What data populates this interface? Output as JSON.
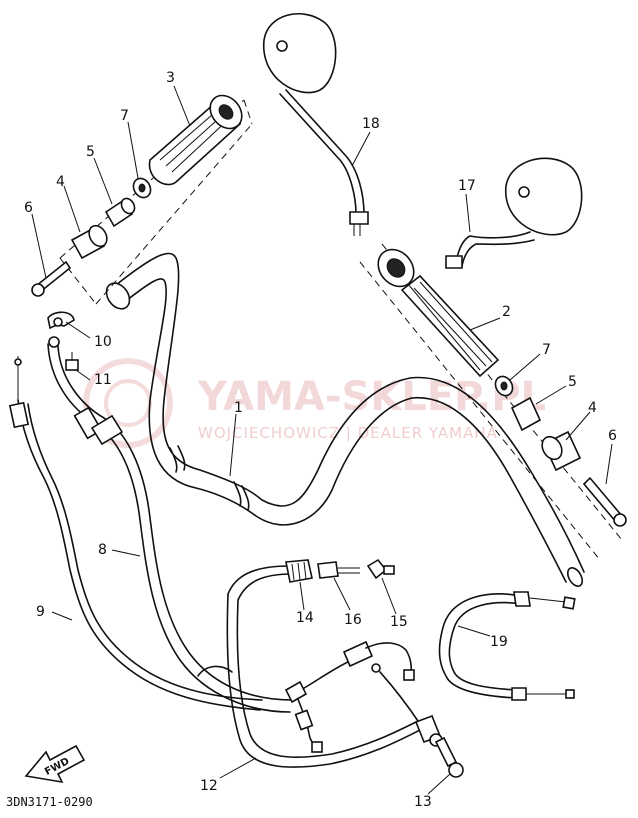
{
  "diagram_code": "3DN3171-0290",
  "direction_badge": "FWD",
  "watermark": {
    "title": "YAMA-SKLEP.PL",
    "subtitle": "WOJCIECHOWICZ | DEALER YAMAHA"
  },
  "callouts": {
    "c1": "1",
    "c2": "2",
    "c3": "3",
    "c4l": "4",
    "c4r": "4",
    "c5l": "5",
    "c5r": "5",
    "c6l": "6",
    "c6r": "6",
    "c7l": "7",
    "c7r": "7",
    "c8": "8",
    "c9": "9",
    "c10": "10",
    "c11": "11",
    "c12": "12",
    "c13": "13",
    "c14": "14",
    "c15": "15",
    "c16": "16",
    "c17": "17",
    "c18": "18",
    "c19": "19"
  },
  "colors": {
    "line": "#111111",
    "watermark": "#e9b9b9"
  }
}
